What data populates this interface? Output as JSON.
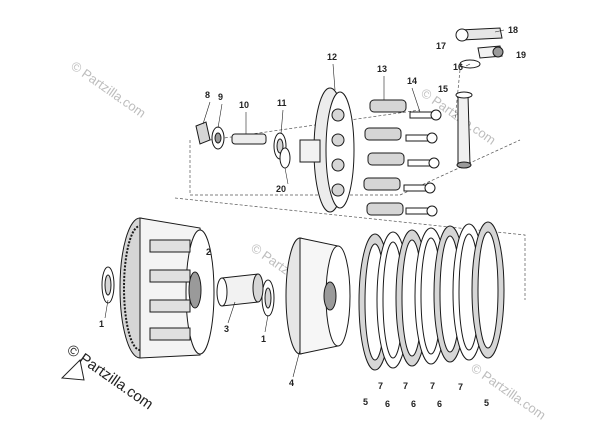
{
  "labels": {
    "l1a": "1",
    "l1b": "1",
    "l2": "2",
    "l3": "3",
    "l4": "4",
    "l5a": "5",
    "l5b": "5",
    "l6a": "6",
    "l6b": "6",
    "l6c": "6",
    "l7a": "7",
    "l7b": "7",
    "l7c": "7",
    "l7d": "7",
    "l8": "8",
    "l9": "9",
    "l10": "10",
    "l11": "11",
    "l12": "12",
    "l13": "13",
    "l14": "14",
    "l15": "15",
    "l16": "16",
    "l17": "17",
    "l18": "18",
    "l19": "19",
    "l20": "20"
  },
  "watermark": {
    "small": "© Partzilla.com",
    "large": "© Partzilla.com"
  },
  "colors": {
    "line": "#1a1a1a",
    "shade": "#9a9a9a",
    "light": "#d6d6d6",
    "watermark": "#bdbdbd"
  }
}
